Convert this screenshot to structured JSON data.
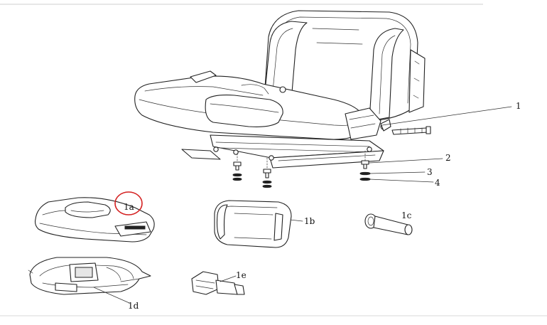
{
  "callouts": {
    "c1": "1",
    "c2": "2",
    "c3": "3",
    "c4": "4",
    "c1a": "1a",
    "c1b": "1b",
    "c1c": "1c",
    "c1d": "1d",
    "c1e": "1e"
  },
  "colors": {
    "line": "#222222",
    "highlight_circle": "#d42020",
    "background": "#ffffff"
  }
}
